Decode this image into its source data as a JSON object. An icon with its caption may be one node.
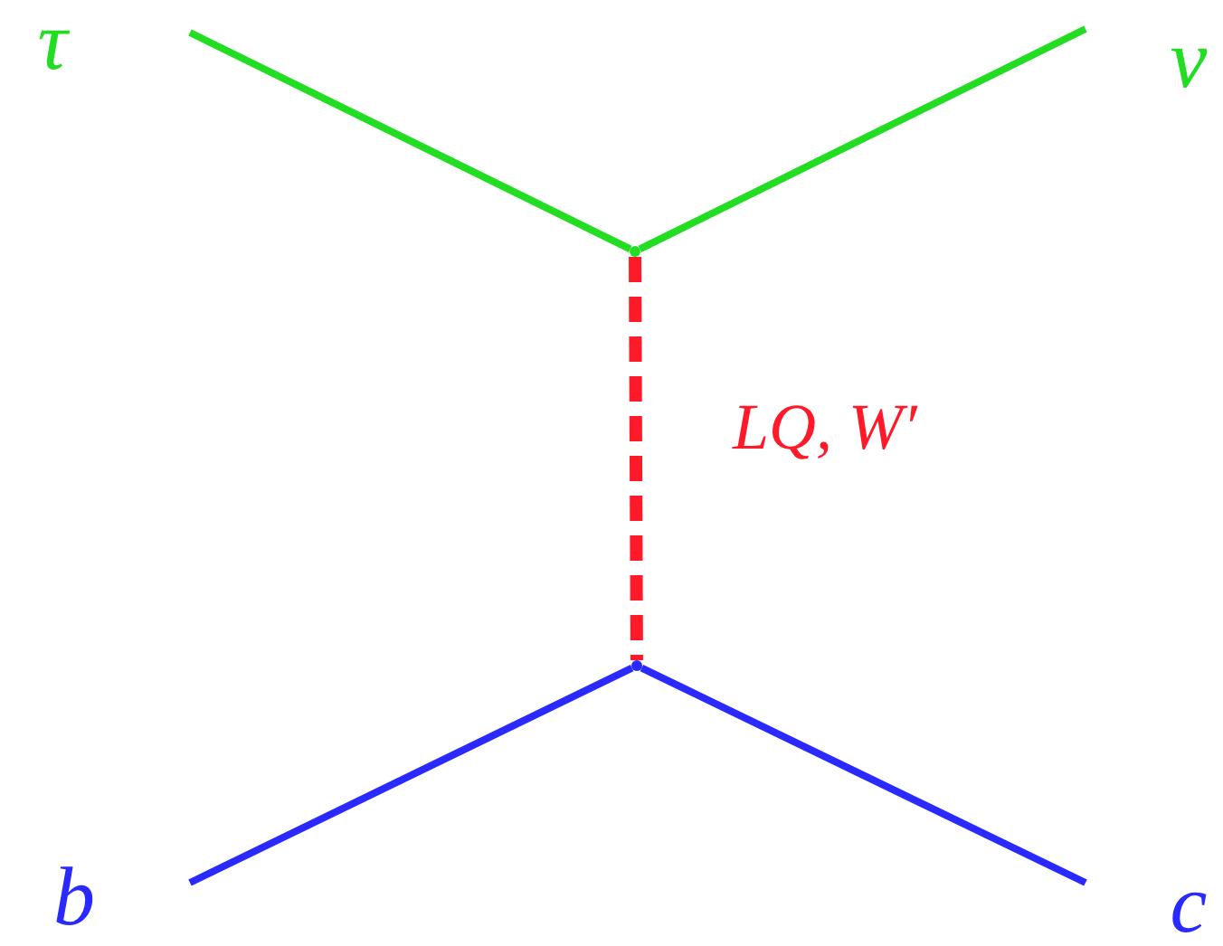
{
  "diagram": {
    "nodes": [
      {
        "text": [
          "τ"
        ]
      },
      {
        "text": [
          "ν"
        ]
      },
      {
        "text": [],
        "shape": "point"
      },
      {
        "text": [],
        "shape": "point"
      },
      {
        "text": [
          "b"
        ]
      },
      {
        "text": [
          "c"
        ]
      }
    ],
    "edges": [
      {
        "from": 0,
        "to": 2,
        "arrow": "none",
        "color": "#22dd22"
      },
      {
        "from": 2,
        "to": 1,
        "arrow": "none",
        "color": "#22dd22"
      },
      {
        "from": 2,
        "to": 3,
        "arrow": "none",
        "label": "LQ, W′",
        "style": "dashed",
        "color": "#ff1a2a"
      },
      {
        "from": 4,
        "to": 3,
        "arrow": "none",
        "color": "#2a2aff"
      },
      {
        "from": 3,
        "to": 5,
        "arrow": "none",
        "color": "#2a2aff"
      }
    ]
  }
}
